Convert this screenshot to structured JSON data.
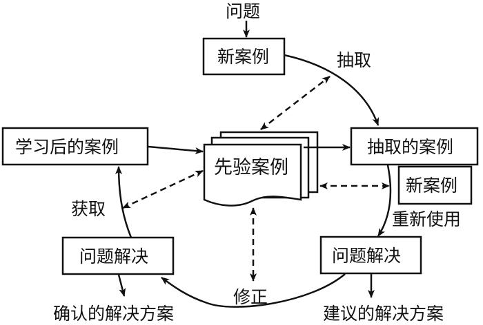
{
  "diagram": {
    "title": "CBR cycle",
    "nodes": {
      "problem": "问题",
      "new_case_top": "新案例",
      "learned_case": "学习后的案例",
      "prior_cases": "先验案例",
      "retrieved_case": "抽取的案例",
      "new_case_right": "新案例",
      "solve_left": "问题解决",
      "solve_right": "问题解决",
      "confirmed_solution": "确认的解决方案",
      "suggested_solution": "建议的解决方案"
    },
    "edge_labels": {
      "retrieve": "抽取",
      "reuse": "重新使用",
      "revise": "修正",
      "retain": "获取"
    },
    "colors": {
      "stroke": "#111111",
      "background": "#ffffff"
    }
  }
}
